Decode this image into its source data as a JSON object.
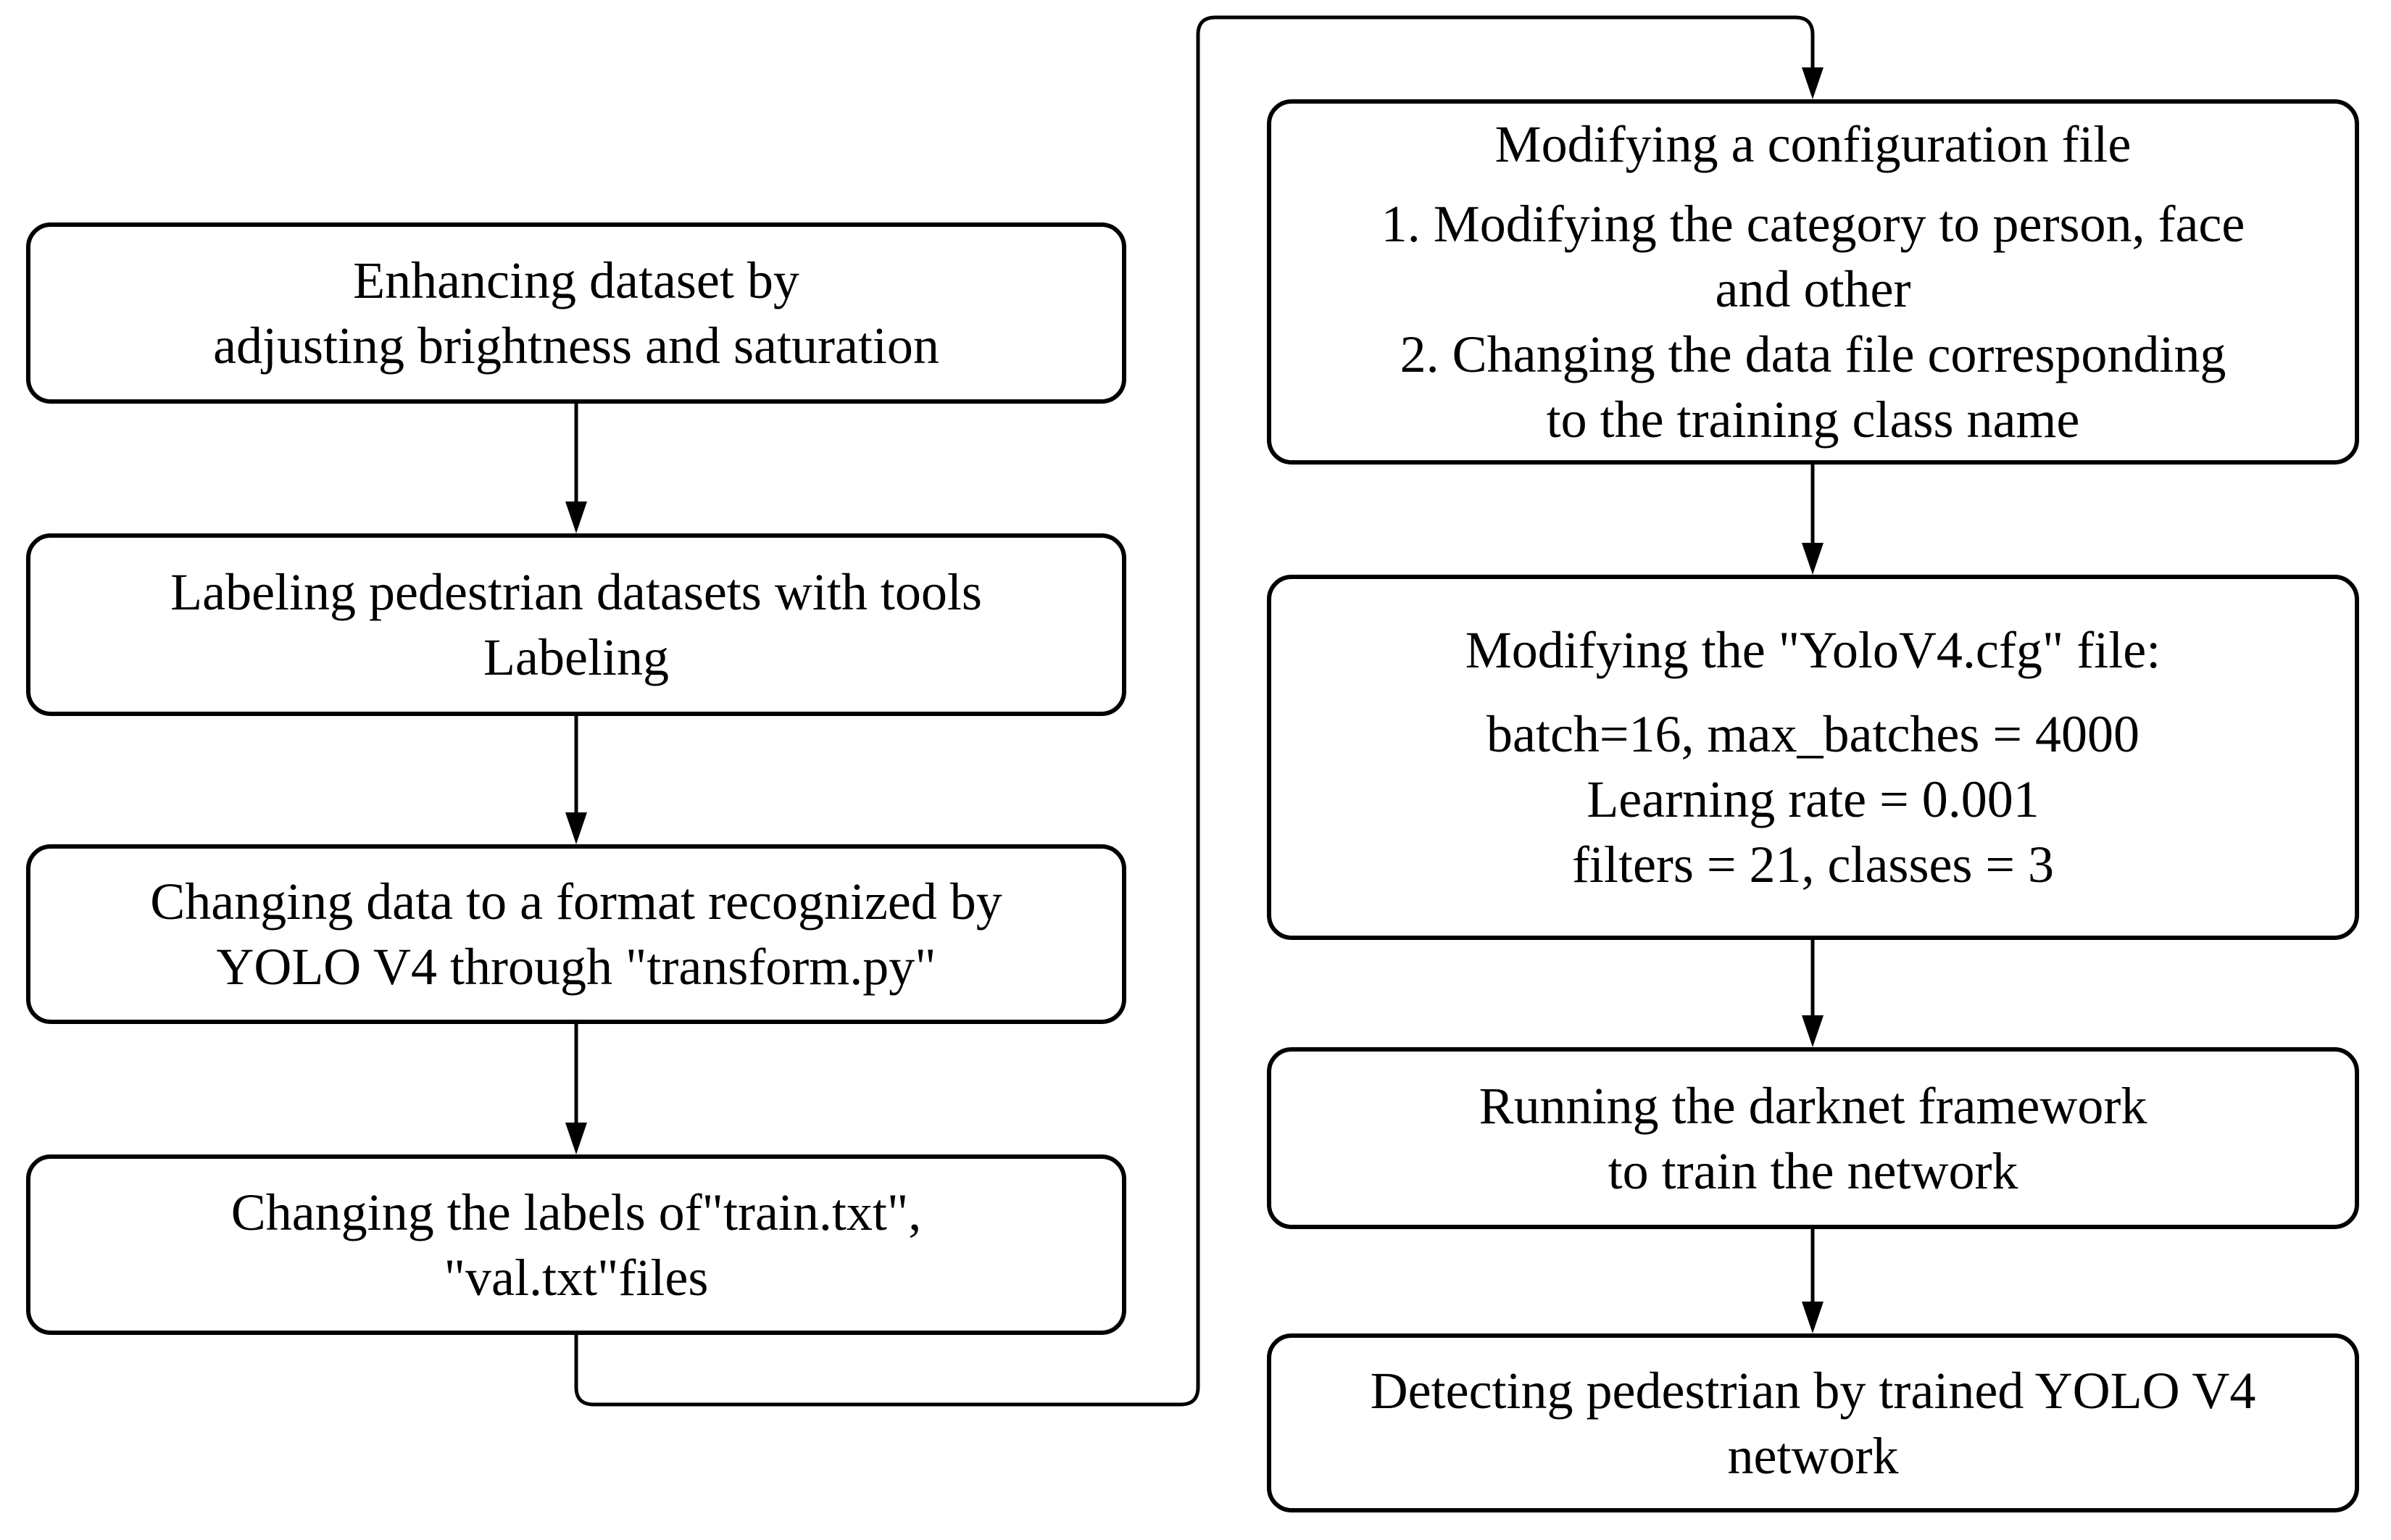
{
  "figure": {
    "background_color": "#ffffff",
    "line_color": "#000000",
    "description": "Flowchart of training pipeline for YOLO V4 pedestrian detection"
  },
  "nodes": {
    "L1": {
      "lines": [
        "Enhancing dataset by",
        "adjusting brightness and saturation"
      ]
    },
    "L2": {
      "lines": [
        "Labeling pedestrian datasets with tools",
        "Labeling"
      ]
    },
    "L3": {
      "lines": [
        "Changing data to a format recognized by",
        "YOLO V4 through \"transform.py\""
      ]
    },
    "L4": {
      "lines": [
        "Changing the labels of\"train.txt\",",
        "\"val.txt\"files"
      ]
    },
    "R1": {
      "lines": [
        "Modifying a configuration file",
        "1. Modifying the category to person, face",
        "and other",
        "2. Changing the data file corresponding",
        "to the training class name"
      ]
    },
    "R2": {
      "lines": [
        "Modifying the \"YoloV4.cfg\" file:",
        "batch=16, max_batches = 4000",
        "Learning rate = 0.001",
        "filters = 21, classes = 3"
      ]
    },
    "R3": {
      "lines": [
        "Running the darknet framework",
        "to train the network"
      ]
    },
    "R4": {
      "lines": [
        "Detecting pedestrian by trained YOLO V4",
        "network"
      ]
    }
  }
}
